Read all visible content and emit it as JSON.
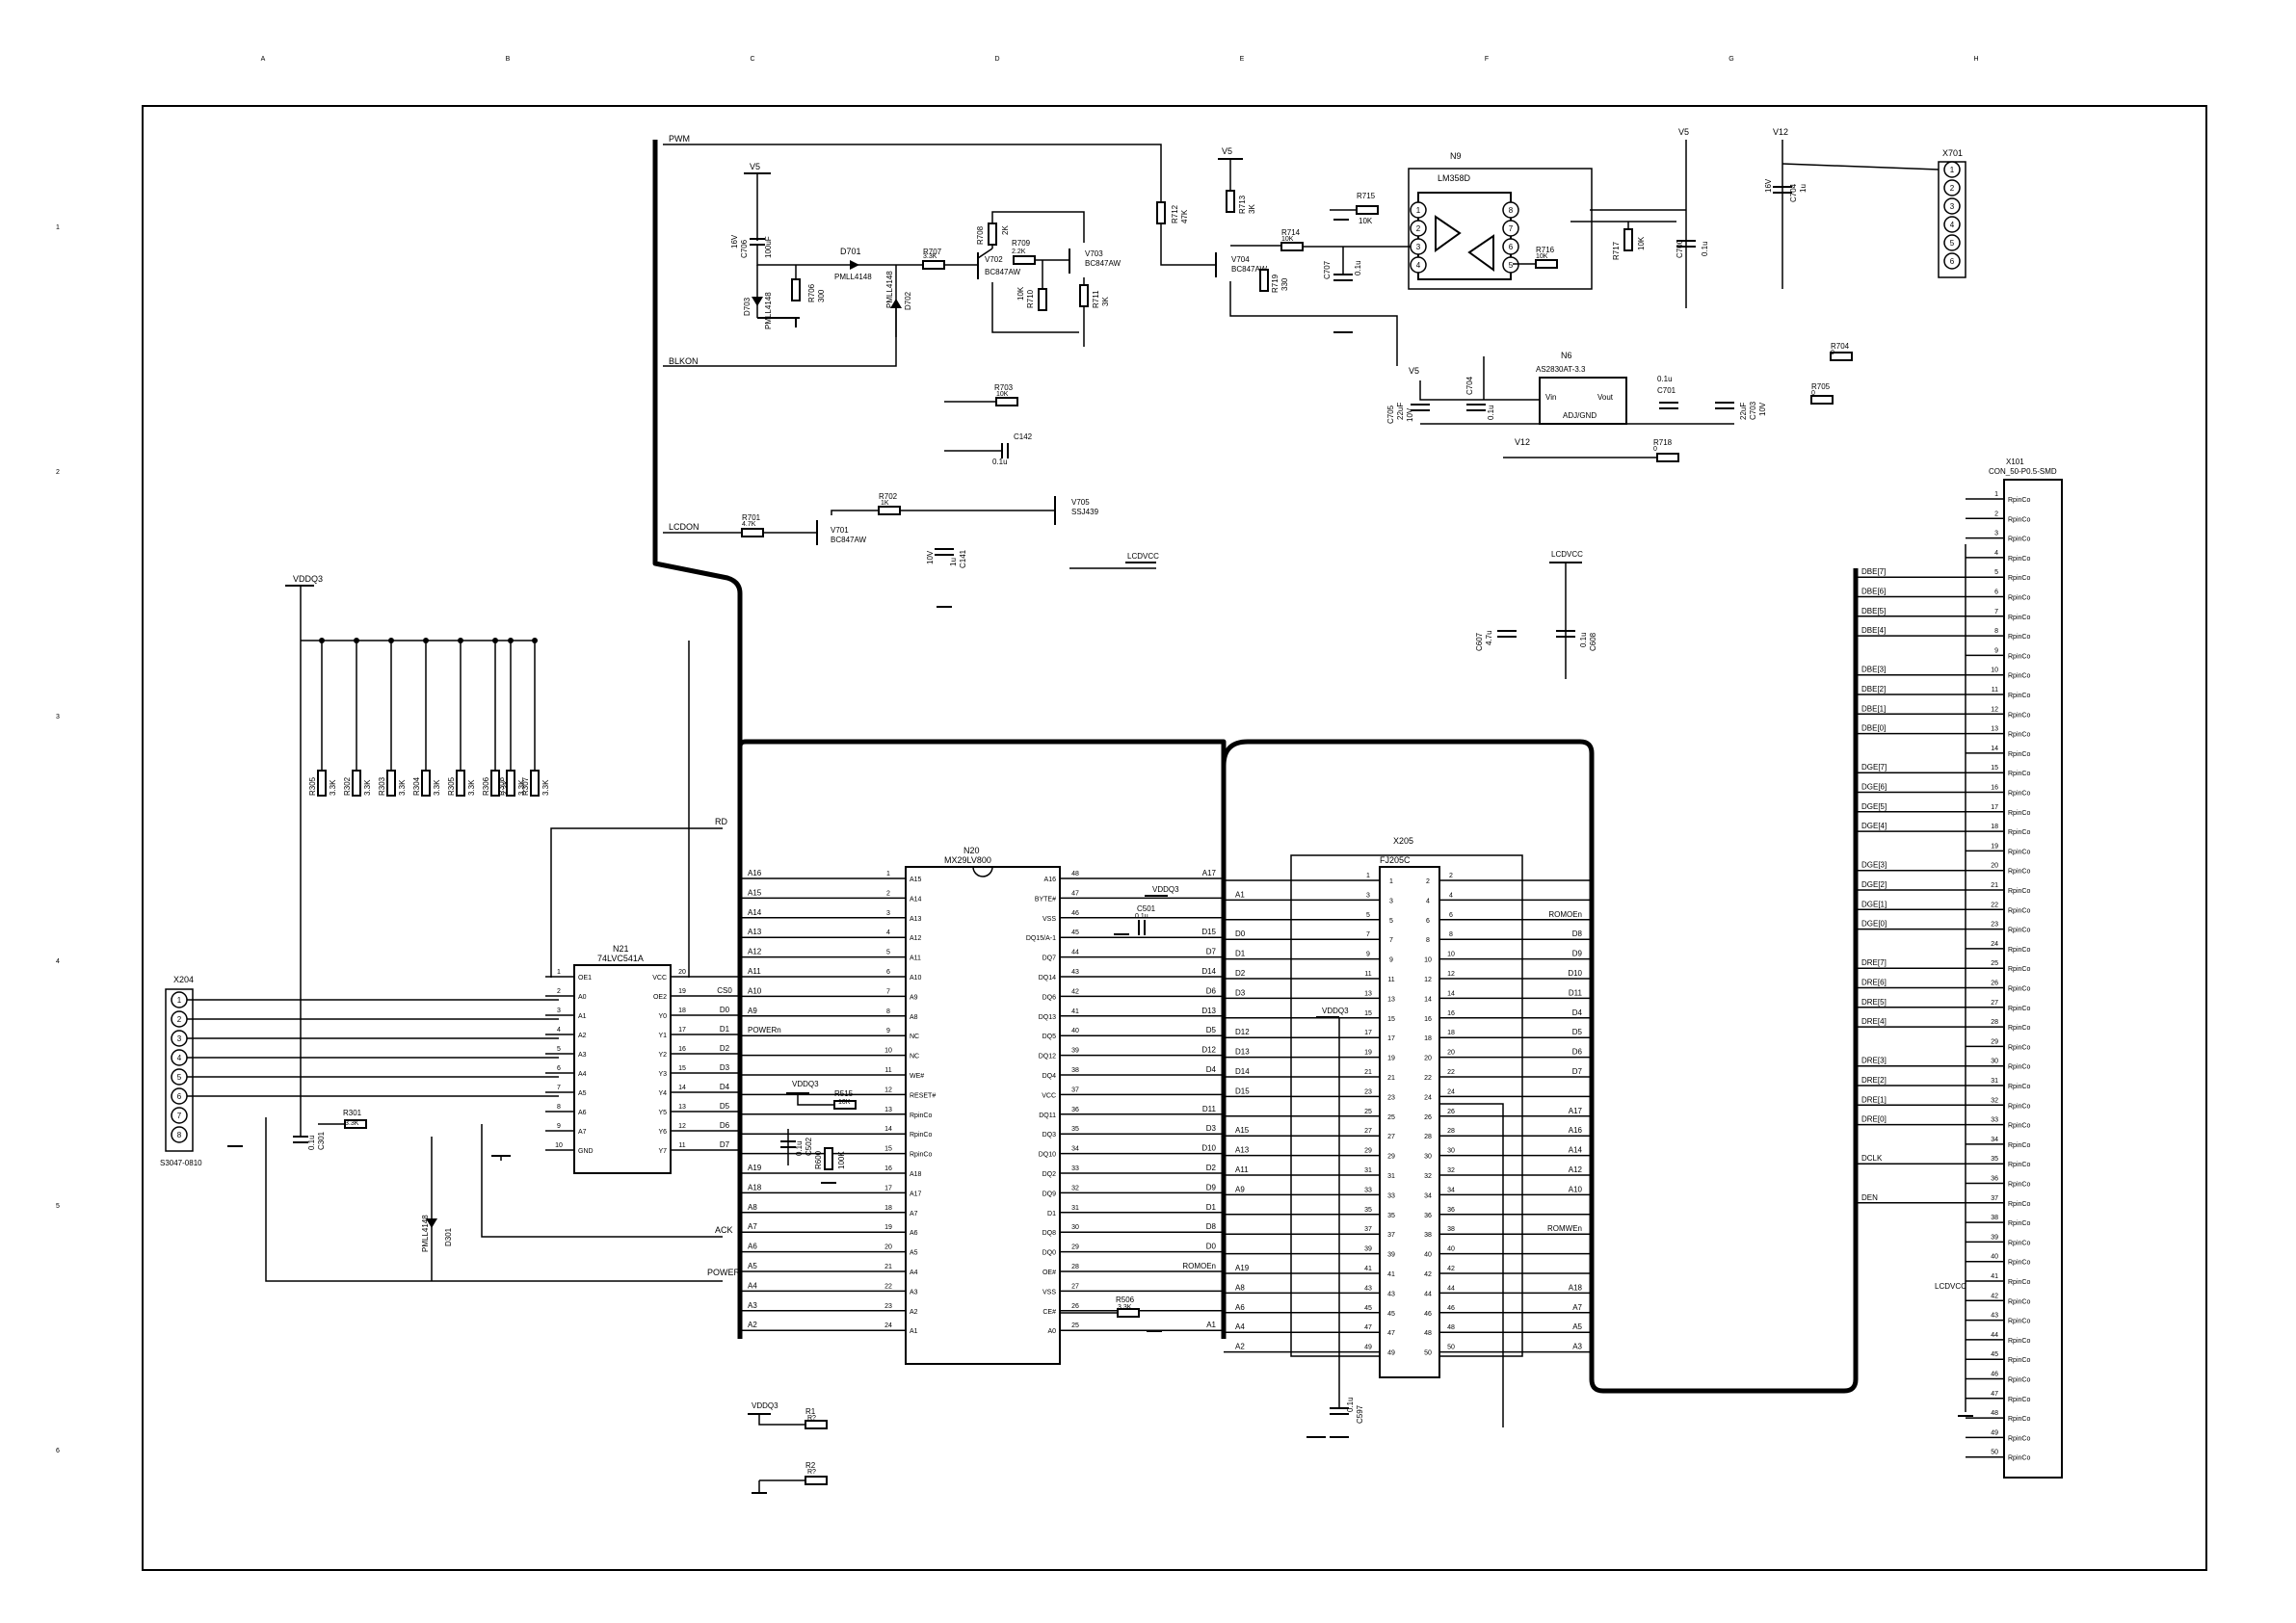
{
  "grid": {
    "cols": [
      "A",
      "B",
      "C",
      "D",
      "E",
      "F",
      "G",
      "H"
    ],
    "rows": [
      "1",
      "2",
      "3",
      "4",
      "5",
      "6"
    ]
  },
  "nets": {
    "pwm": "PWM",
    "blkon": "BLKON",
    "lcdon": "LCDON",
    "v5a": "V5",
    "v5b": "V5",
    "v5c": "V5",
    "v5d": "V5",
    "v12a": "V12",
    "v12b": "V12",
    "lcdvcc1": "LCDVCC",
    "lcdvcc2": "LCDVCC",
    "lcdvcc3": "LCDVCC",
    "vddq3a": "VDDQ3",
    "vddq3b": "VDDQ3",
    "vddq3c": "VDDQ3",
    "vddq3d": "VDDQ3",
    "vddq3e": "VDDQ3",
    "rd": "RD",
    "ack": "ACK",
    "power": "POWER",
    "cs0": "CS0",
    "powern": "POWERn",
    "romoen1": "ROMOEn",
    "romoen2": "ROMOEn",
    "romwen": "ROMWEn",
    "dclk": "DCLK",
    "den": "DEN"
  },
  "parts": {
    "x701": "X701",
    "n9": {
      "ref": "N9",
      "value": "LM358D"
    },
    "n6": {
      "ref": "N6",
      "value": "AS2830AT-3.3"
    },
    "n21": {
      "ref": "N21",
      "value": "74LVC541A"
    },
    "n20": {
      "ref": "N20",
      "value": "MX29LV800"
    },
    "x205": {
      "ref": "X205",
      "value": "FJ205C"
    },
    "x204": {
      "ref": "X204",
      "value": "S3047-0810"
    },
    "x101": {
      "ref": "X101",
      "value": "CON_50-P0.5-SMD"
    },
    "v701": {
      "ref": "V701",
      "value": "BC847AW"
    },
    "v702": {
      "ref": "V702",
      "value": "BC847AW"
    },
    "v703": {
      "ref": "V703",
      "value": "BC847AW"
    },
    "v704": {
      "ref": "V704",
      "value": "BC847AW"
    },
    "v705": {
      "ref": "V705",
      "value": "SSJ439"
    },
    "d701": {
      "ref": "D701",
      "value": "PMLL4148"
    },
    "d702": {
      "ref": "D702",
      "value": "PMLL4148"
    },
    "d703": {
      "ref": "D703",
      "value": "PMLL4148"
    },
    "d301": {
      "ref": "D301",
      "value": "PMLL4148"
    },
    "r701": {
      "ref": "R701",
      "value": "4.7K"
    },
    "r702": {
      "ref": "R702",
      "value": "1K"
    },
    "r703": {
      "ref": "R703",
      "value": "10K"
    },
    "r704": {
      "ref": "R704",
      "value": "0"
    },
    "r705": {
      "ref": "R705",
      "value": "0"
    },
    "r706": {
      "ref": "R706",
      "value": "300"
    },
    "r707": {
      "ref": "R707",
      "value": "3.3K"
    },
    "r708": {
      "ref": "R708",
      "value": "2K"
    },
    "r709": {
      "ref": "R709",
      "value": "2.2K"
    },
    "r710": {
      "ref": "R710",
      "value": "10K"
    },
    "r711": {
      "ref": "R711",
      "value": "3K"
    },
    "r712": {
      "ref": "R712",
      "value": "47K"
    },
    "r713": {
      "ref": "R713",
      "value": "3K"
    },
    "r714": {
      "ref": "R714",
      "value": "10K"
    },
    "r715": {
      "ref": "R715",
      "value": "10K"
    },
    "r716": {
      "ref": "R716",
      "value": "10K"
    },
    "r717": {
      "ref": "R717",
      "value": "10K"
    },
    "r718": {
      "ref": "R718",
      "value": "0"
    },
    "r719": {
      "ref": "R719",
      "value": "330"
    },
    "r301": {
      "ref": "R301",
      "value": "3.3K"
    },
    "r302": {
      "ref": "R302",
      "value": "3.3K"
    },
    "r303": {
      "ref": "R303",
      "value": "3.3K"
    },
    "r304": {
      "ref": "R304",
      "value": "3.3K"
    },
    "r305": {
      "ref": "R305",
      "value": "3.3K"
    },
    "r306": {
      "ref": "R306",
      "value": "3.3K"
    },
    "r307": {
      "ref": "R307",
      "value": "3.3K"
    },
    "r308": {
      "ref": "R308",
      "value": "3.3K"
    },
    "r515": {
      "ref": "R515",
      "value": "10K"
    },
    "r506": {
      "ref": "R506",
      "value": "3.3K"
    },
    "r600": {
      "ref": "R600",
      "value": "100K"
    },
    "r1": {
      "ref": "R1",
      "value": "R?"
    },
    "r2": {
      "ref": "R2",
      "value": "R?"
    },
    "c700": {
      "ref": "C700",
      "value": "0.1u"
    },
    "c701": {
      "ref": "C701",
      "value": "0.1u"
    },
    "c703": {
      "ref": "C703",
      "value": "22uF"
    },
    "c704": {
      "ref": "C704",
      "value": "0.1u"
    },
    "c705": {
      "ref": "C705",
      "value": "22uF"
    },
    "c706": {
      "ref": "C706",
      "value": "100uF"
    },
    "c707": {
      "ref": "C707",
      "value": "0.1u"
    },
    "c704b": {
      "ref": "C704",
      "value": "1u"
    },
    "c141": {
      "ref": "C141",
      "value": "1u"
    },
    "c142": {
      "ref": "C142",
      "value": "0.1u"
    },
    "c301": {
      "ref": "C301",
      "value": "0.1u"
    },
    "c501": {
      "ref": "C501",
      "value": "0.1u"
    },
    "c597": {
      "ref": "C597",
      "value": "0.1u"
    },
    "c502": {
      "ref": "C502",
      "value": "0.1u"
    },
    "c607": {
      "ref": "C607",
      "value": "4.7u"
    },
    "c608": {
      "ref": "C608",
      "value": "0.1u"
    },
    "lbl16v": "16V",
    "lbl10v": "10V"
  },
  "n6_pins": {
    "vin": "Vin",
    "vout": "Vout",
    "gnd": "ADJ/GND"
  },
  "n21_left": [
    {
      "pin": "1",
      "name": "OE1",
      "net": ""
    },
    {
      "pin": "2",
      "name": "A0",
      "net": ""
    },
    {
      "pin": "3",
      "name": "A1",
      "net": ""
    },
    {
      "pin": "4",
      "name": "A2",
      "net": ""
    },
    {
      "pin": "5",
      "name": "A3",
      "net": ""
    },
    {
      "pin": "6",
      "name": "A4",
      "net": ""
    },
    {
      "pin": "7",
      "name": "A5",
      "net": ""
    },
    {
      "pin": "8",
      "name": "A6",
      "net": ""
    },
    {
      "pin": "9",
      "name": "A7",
      "net": ""
    },
    {
      "pin": "10",
      "name": "GND",
      "net": ""
    }
  ],
  "n21_right": [
    {
      "pin": "20",
      "name": "VCC",
      "net": ""
    },
    {
      "pin": "19",
      "name": "OE2",
      "net": "CS0"
    },
    {
      "pin": "18",
      "name": "Y0",
      "net": "D0"
    },
    {
      "pin": "17",
      "name": "Y1",
      "net": "D1"
    },
    {
      "pin": "16",
      "name": "Y2",
      "net": "D2"
    },
    {
      "pin": "15",
      "name": "Y3",
      "net": "D3"
    },
    {
      "pin": "14",
      "name": "Y4",
      "net": "D4"
    },
    {
      "pin": "13",
      "name": "Y5",
      "net": "D5"
    },
    {
      "pin": "12",
      "name": "Y6",
      "net": "D6"
    },
    {
      "pin": "11",
      "name": "Y7",
      "net": "D7"
    }
  ],
  "n20_left": [
    {
      "pin": "1",
      "name": "A15",
      "net": "A16"
    },
    {
      "pin": "2",
      "name": "A14",
      "net": "A15"
    },
    {
      "pin": "3",
      "name": "A13",
      "net": "A14"
    },
    {
      "pin": "4",
      "name": "A12",
      "net": "A13"
    },
    {
      "pin": "5",
      "name": "A11",
      "net": "A12"
    },
    {
      "pin": "6",
      "name": "A10",
      "net": "A11"
    },
    {
      "pin": "7",
      "name": "A9",
      "net": "A10"
    },
    {
      "pin": "8",
      "name": "A8",
      "net": "A9"
    },
    {
      "pin": "9",
      "name": "NC",
      "net": "POWERn"
    },
    {
      "pin": "10",
      "name": "NC",
      "net": ""
    },
    {
      "pin": "11",
      "name": "WE#",
      "net": ""
    },
    {
      "pin": "12",
      "name": "RESET#",
      "net": ""
    },
    {
      "pin": "13",
      "name": "RpinCo",
      "net": ""
    },
    {
      "pin": "14",
      "name": "RpinCo",
      "net": ""
    },
    {
      "pin": "15",
      "name": "RpinCo",
      "net": ""
    },
    {
      "pin": "16",
      "name": "A18",
      "net": "A19"
    },
    {
      "pin": "17",
      "name": "A17",
      "net": "A18"
    },
    {
      "pin": "18",
      "name": "A7",
      "net": "A8"
    },
    {
      "pin": "19",
      "name": "A6",
      "net": "A7"
    },
    {
      "pin": "20",
      "name": "A5",
      "net": "A6"
    },
    {
      "pin": "21",
      "name": "A4",
      "net": "A5"
    },
    {
      "pin": "22",
      "name": "A3",
      "net": "A4"
    },
    {
      "pin": "23",
      "name": "A2",
      "net": "A3"
    },
    {
      "pin": "24",
      "name": "A1",
      "net": "A2"
    }
  ],
  "n20_right": [
    {
      "pin": "48",
      "name": "A16",
      "net": "A17"
    },
    {
      "pin": "47",
      "name": "BYTE#",
      "net": ""
    },
    {
      "pin": "46",
      "name": "VSS",
      "net": ""
    },
    {
      "pin": "45",
      "name": "DQ15/A-1",
      "net": "D15"
    },
    {
      "pin": "44",
      "name": "DQ7",
      "net": "D7"
    },
    {
      "pin": "43",
      "name": "DQ14",
      "net": "D14"
    },
    {
      "pin": "42",
      "name": "DQ6",
      "net": "D6"
    },
    {
      "pin": "41",
      "name": "DQ13",
      "net": "D13"
    },
    {
      "pin": "40",
      "name": "DQ5",
      "net": "D5"
    },
    {
      "pin": "39",
      "name": "DQ12",
      "net": "D12"
    },
    {
      "pin": "38",
      "name": "DQ4",
      "net": "D4"
    },
    {
      "pin": "37",
      "name": "VCC",
      "net": ""
    },
    {
      "pin": "36",
      "name": "DQ11",
      "net": "D11"
    },
    {
      "pin": "35",
      "name": "DQ3",
      "net": "D3"
    },
    {
      "pin": "34",
      "name": "DQ10",
      "net": "D10"
    },
    {
      "pin": "33",
      "name": "DQ2",
      "net": "D2"
    },
    {
      "pin": "32",
      "name": "DQ9",
      "net": "D9"
    },
    {
      "pin": "31",
      "name": "D1",
      "net": "D1"
    },
    {
      "pin": "30",
      "name": "DQ8",
      "net": "D8"
    },
    {
      "pin": "29",
      "name": "DQ0",
      "net": "D0"
    },
    {
      "pin": "28",
      "name": "OE#",
      "net": "ROMOEn"
    },
    {
      "pin": "27",
      "name": "VSS",
      "net": ""
    },
    {
      "pin": "26",
      "name": "CE#",
      "net": ""
    },
    {
      "pin": "25",
      "name": "A0",
      "net": "A1"
    }
  ],
  "x205_rows": [
    {
      "l": "1",
      "r": "2",
      "ln": "",
      "rn": ""
    },
    {
      "l": "3",
      "r": "4",
      "ln": "A1",
      "rn": ""
    },
    {
      "l": "5",
      "r": "6",
      "ln": "",
      "rn": "ROMOEn"
    },
    {
      "l": "7",
      "r": "8",
      "ln": "D0",
      "rn": "D8"
    },
    {
      "l": "9",
      "r": "10",
      "ln": "D1",
      "rn": "D9"
    },
    {
      "l": "11",
      "r": "12",
      "ln": "D2",
      "rn": "D10"
    },
    {
      "l": "13",
      "r": "14",
      "ln": "D3",
      "rn": "D11"
    },
    {
      "l": "15",
      "r": "16",
      "ln": "",
      "rn": "D4"
    },
    {
      "l": "17",
      "r": "18",
      "ln": "D12",
      "rn": "D5"
    },
    {
      "l": "19",
      "r": "20",
      "ln": "D13",
      "rn": "D6"
    },
    {
      "l": "21",
      "r": "22",
      "ln": "D14",
      "rn": "D7"
    },
    {
      "l": "23",
      "r": "24",
      "ln": "D15",
      "rn": ""
    },
    {
      "l": "25",
      "r": "26",
      "ln": "",
      "rn": "A17"
    },
    {
      "l": "27",
      "r": "28",
      "ln": "A15",
      "rn": "A16"
    },
    {
      "l": "29",
      "r": "30",
      "ln": "A13",
      "rn": "A14"
    },
    {
      "l": "31",
      "r": "32",
      "ln": "A11",
      "rn": "A12"
    },
    {
      "l": "33",
      "r": "34",
      "ln": "A9",
      "rn": "A10"
    },
    {
      "l": "35",
      "r": "36",
      "ln": "",
      "rn": ""
    },
    {
      "l": "37",
      "r": "38",
      "ln": "",
      "rn": "ROMWEn"
    },
    {
      "l": "39",
      "r": "40",
      "ln": "",
      "rn": ""
    },
    {
      "l": "41",
      "r": "42",
      "ln": "A19",
      "rn": ""
    },
    {
      "l": "43",
      "r": "44",
      "ln": "A8",
      "rn": "A18"
    },
    {
      "l": "45",
      "r": "46",
      "ln": "A6",
      "rn": "A7"
    },
    {
      "l": "47",
      "r": "48",
      "ln": "A4",
      "rn": "A5"
    },
    {
      "l": "49",
      "r": "50",
      "ln": "A2",
      "rn": "A3"
    }
  ],
  "x205_inner": [
    [
      "1",
      "2"
    ],
    [
      "3",
      "4"
    ],
    [
      "5",
      "6"
    ],
    [
      "7",
      "8"
    ],
    [
      "9",
      "10"
    ],
    [
      "11",
      "12"
    ],
    [
      "13",
      "14"
    ],
    [
      "15",
      "16"
    ],
    [
      "17",
      "18"
    ],
    [
      "19",
      "20"
    ],
    [
      "21",
      "22"
    ],
    [
      "23",
      "24"
    ],
    [
      "25",
      "26"
    ],
    [
      "27",
      "28"
    ],
    [
      "29",
      "30"
    ],
    [
      "31",
      "32"
    ],
    [
      "33",
      "34"
    ],
    [
      "35",
      "36"
    ],
    [
      "37",
      "38"
    ],
    [
      "39",
      "40"
    ],
    [
      "41",
      "42"
    ],
    [
      "43",
      "44"
    ],
    [
      "45",
      "46"
    ],
    [
      "47",
      "48"
    ],
    [
      "49",
      "50"
    ]
  ],
  "x101_pin_name": "RpinCo",
  "x101_nets": [
    "",
    "",
    "",
    "",
    "DBE[7]",
    "DBE[6]",
    "DBE[5]",
    "DBE[4]",
    "",
    "DBE[3]",
    "DBE[2]",
    "DBE[1]",
    "DBE[0]",
    "",
    "DGE[7]",
    "DGE[6]",
    "DGE[5]",
    "DGE[4]",
    "",
    "DGE[3]",
    "DGE[2]",
    "DGE[1]",
    "DGE[0]",
    "",
    "DRE[7]",
    "DRE[6]",
    "DRE[5]",
    "DRE[4]",
    "",
    "DRE[3]",
    "DRE[2]",
    "DRE[1]",
    "DRE[0]",
    "",
    "DCLK",
    "",
    "DEN",
    "",
    "",
    "",
    "",
    "",
    "",
    "",
    "",
    "",
    "",
    "",
    "",
    ""
  ],
  "x204_pins": [
    "1",
    "2",
    "3",
    "4",
    "5",
    "6",
    "7",
    "8"
  ],
  "x701_pins": [
    "1",
    "2",
    "3",
    "4",
    "5",
    "6"
  ],
  "n9_pins": [
    "1",
    "2",
    "3",
    "4",
    "8",
    "7",
    "6",
    "5"
  ]
}
